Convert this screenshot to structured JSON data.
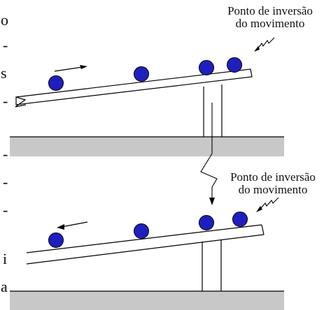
{
  "top_panel": {
    "label_line1": "Ponto de inversão",
    "label_line2": "do movimento",
    "motion": "right"
  },
  "bottom_panel": {
    "label_line1": "Ponto de inversão",
    "label_line2": "do movimento",
    "motion": "left"
  },
  "edge_text": [
    "o",
    "-",
    "s",
    "-",
    "-",
    "-",
    "-",
    "i",
    "a"
  ],
  "colors": {
    "ball_fill": "#1f1fbf",
    "ball_outline": "#000000",
    "floor_fill": "#c8c8c8",
    "line": "#000000"
  }
}
